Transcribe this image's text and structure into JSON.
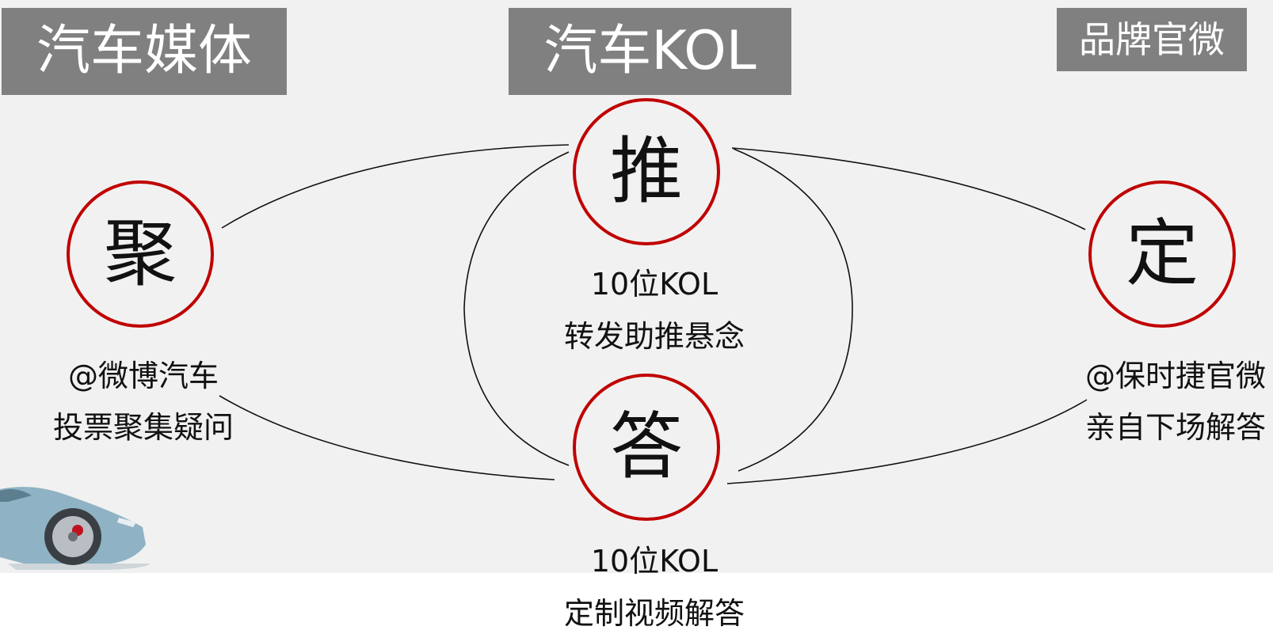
{
  "tags": {
    "media": "汽车媒体",
    "kol": "汽车KOL",
    "brand": "品牌官微"
  },
  "nodes": {
    "ju": {
      "char": "聚",
      "line1": "@微博汽车",
      "line2": "投票聚集疑问"
    },
    "tui": {
      "char": "推",
      "line1": "10位KOL",
      "line2": "转发助推悬念"
    },
    "da": {
      "char": "答",
      "line1": "10位KOL",
      "line2": "定制视频解答"
    },
    "ding": {
      "char": "定",
      "line1": "@保时捷官微",
      "line2": "亲自下场解答"
    }
  },
  "colors": {
    "circle_border": "#c00000",
    "tag_bg": "#808080",
    "tag_text": "#ffffff",
    "panel_bg": "#f1f1f1",
    "car_body": "#8fb3c4"
  },
  "icons": {
    "car": "car-illustration"
  }
}
